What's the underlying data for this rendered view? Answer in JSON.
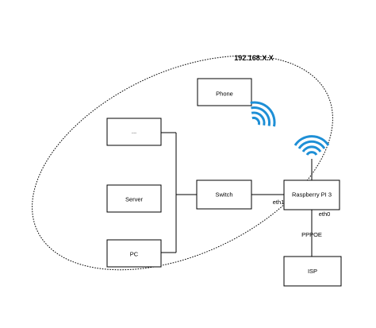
{
  "network": {
    "subnet_label": "192.168.X.X"
  },
  "nodes": {
    "phone": {
      "label": "Phone"
    },
    "other": {
      "label": "..."
    },
    "server": {
      "label": "Server"
    },
    "pc": {
      "label": "PC"
    },
    "switch": {
      "label": "Switch"
    },
    "raspberry": {
      "label": "Raspberry PI 3"
    },
    "isp": {
      "label": "ISP"
    }
  },
  "edges": {
    "switch_raspberry": {
      "label": "eth1"
    },
    "raspberry_isp": {
      "label": "eth0",
      "protocol": "PPPOE"
    }
  },
  "icons": {
    "wifi_color": "#1e8fd6"
  }
}
